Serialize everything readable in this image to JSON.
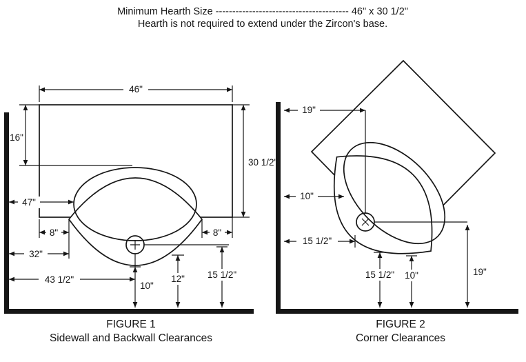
{
  "header": {
    "line1": "Minimum Hearth Size ---------------------------------------- 46\" x 30 1/2\"",
    "line2": "Hearth is not required to extend under the Zircon's base."
  },
  "figure1": {
    "title": "FIGURE 1",
    "subtitle": "Sidewall and Backwall Clearances",
    "dims": {
      "width_46": "46\"",
      "back_16": "16\"",
      "depth_30_5": "30 1/2\"",
      "side_47": "47\"",
      "edge_left_8": "8\"",
      "edge_right_8": "8\"",
      "side_32": "32\"",
      "side_43_5": "43 1/2\"",
      "bottom_10": "10\"",
      "bottom_12": "12\"",
      "bottom_15_5": "15 1/2\""
    }
  },
  "figure2": {
    "title": "FIGURE 2",
    "subtitle": "Corner Clearances",
    "dims": {
      "top_19": "19\"",
      "side_10": "10\"",
      "side_15_5": "15 1/2\"",
      "bottom_15_5": "15 1/2\"",
      "bottom_10": "10\"",
      "right_19": "19\""
    }
  }
}
